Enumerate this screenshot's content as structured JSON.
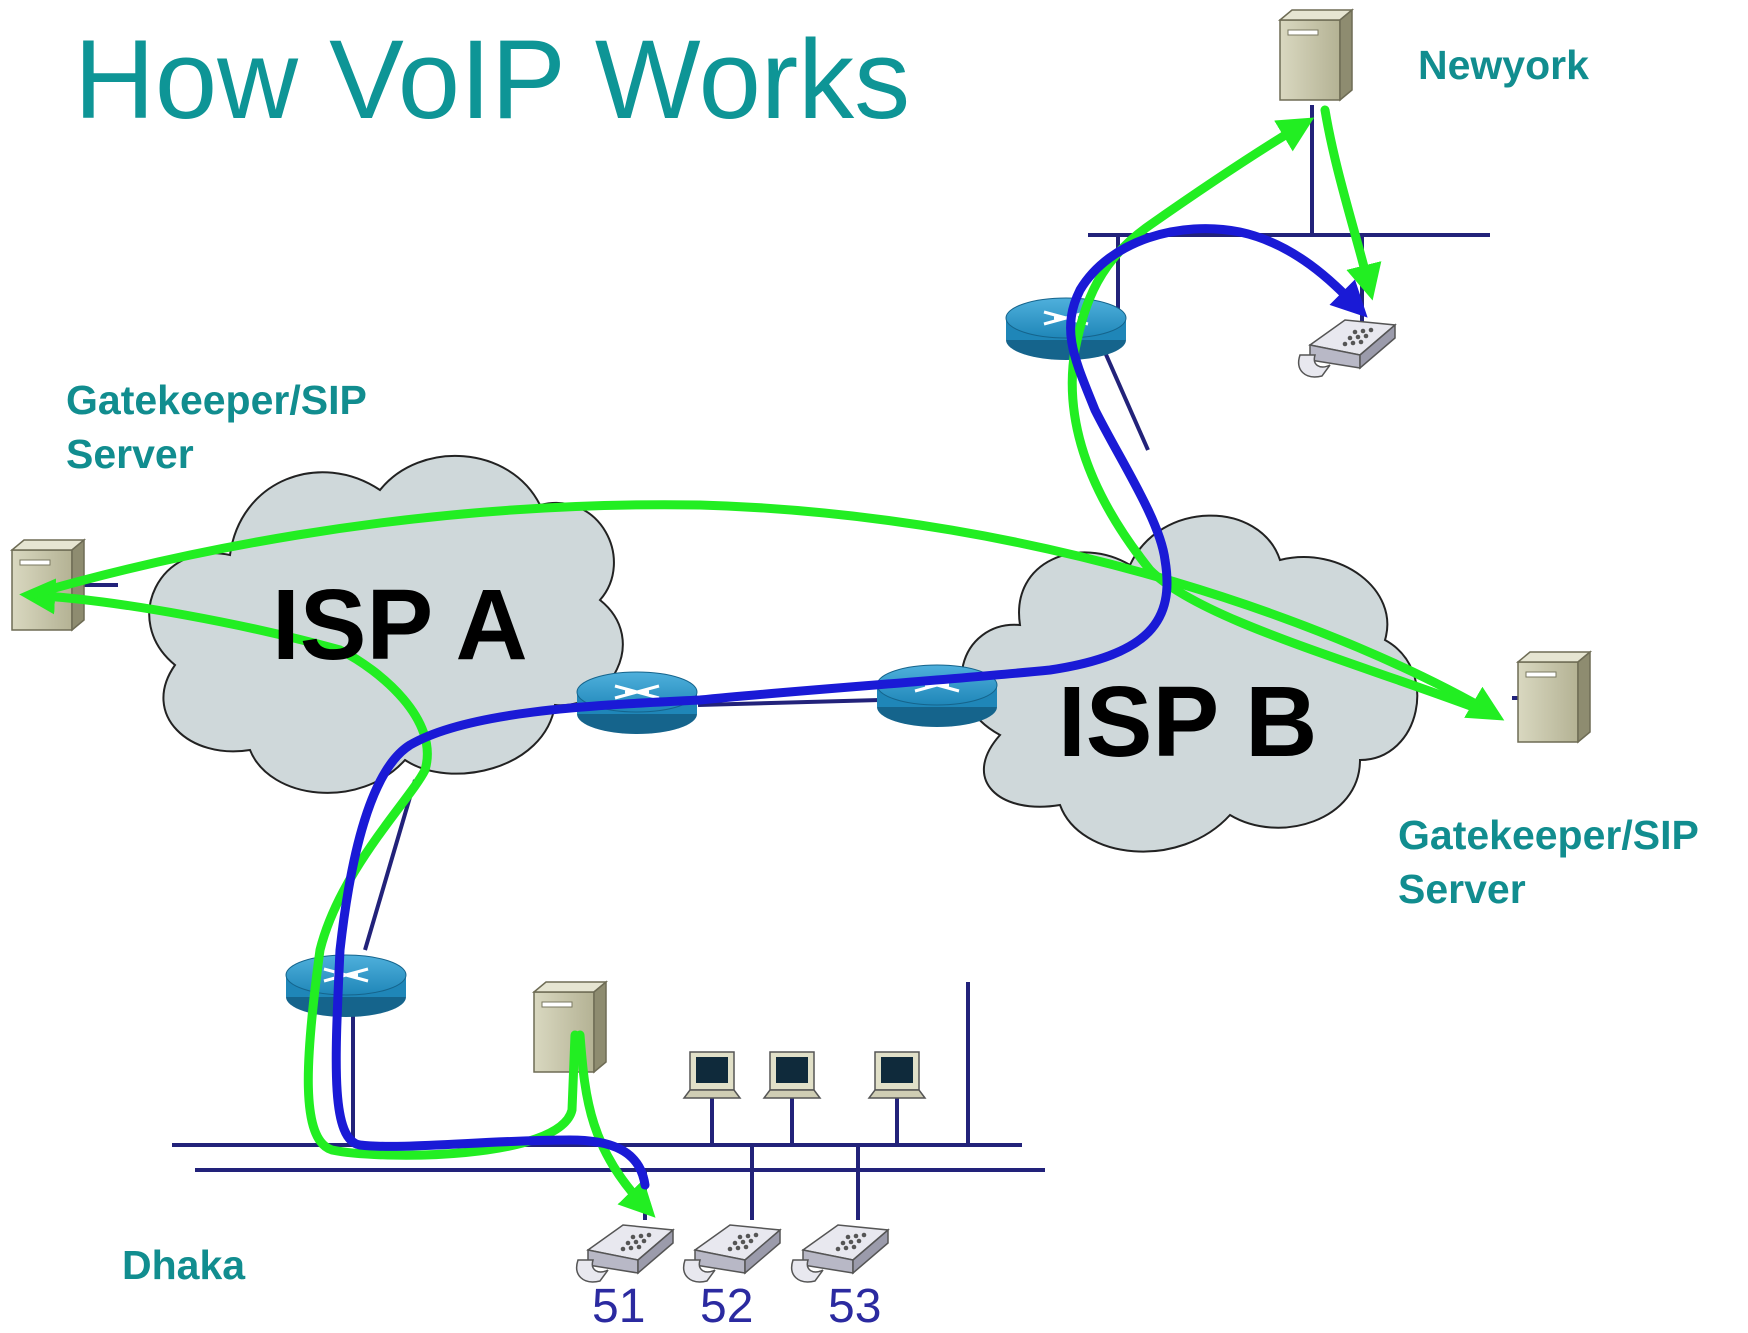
{
  "title": "How VoIP Works",
  "labels": {
    "gatekeeper_left": [
      "Gatekeeper/SIP",
      "Server"
    ],
    "gatekeeper_right": [
      "Gatekeeper/SIP",
      "Server"
    ],
    "newyork": "Newyork",
    "dhaka": "Dhaka"
  },
  "clouds": {
    "isp_a": "ISP A",
    "isp_b": "ISP B"
  },
  "extensions": [
    "51",
    "52",
    "53"
  ],
  "colors": {
    "title": "#0e9596",
    "label": "#118d8f",
    "signaling_path": "#22ee22",
    "media_path": "#1a1ad6",
    "cloud": "#cfd8da",
    "router": "#1f86b8",
    "network_line": "#22227a",
    "extension_text": "#2b2aa0"
  },
  "icons": [
    "server-icon",
    "router-icon",
    "ip-phone-icon",
    "computer-icon",
    "cloud-icon"
  ]
}
